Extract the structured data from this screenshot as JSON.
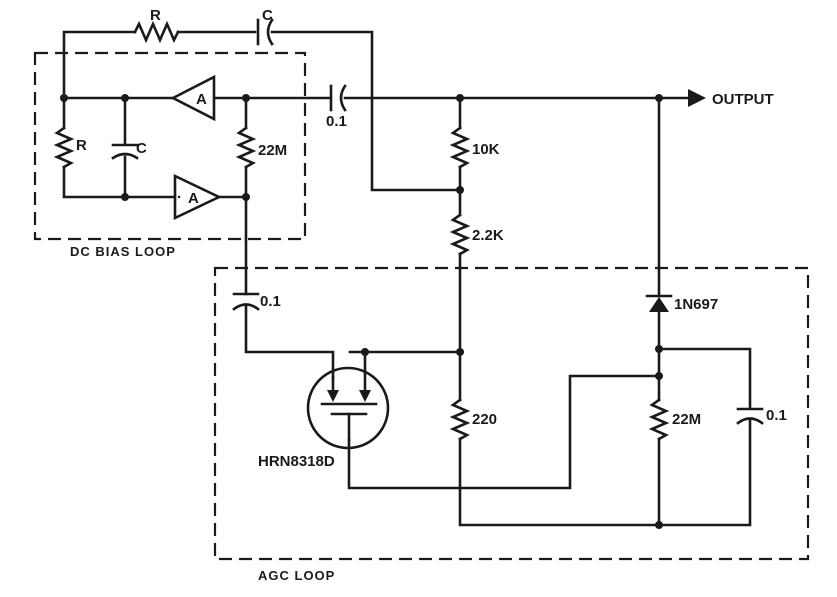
{
  "labels": {
    "r_top": "R",
    "c_top": "C",
    "r_left": "R",
    "c_left": "C",
    "amp_top": "A",
    "amp_bottom": "A",
    "r_22m_top": "22M",
    "cap_01_top": "0.1",
    "dc_bias_loop": "DC BIAS LOOP",
    "r_10k": "10K",
    "r_2_2k": "2.2K",
    "output": "OUTPUT",
    "cap_01_agc": "0.1",
    "diode": "1N697",
    "fet": "HRN8318D",
    "r_220": "220",
    "r_22m_agc": "22M",
    "cap_01_right": "0.1",
    "agc_loop": "AGC LOOP"
  }
}
